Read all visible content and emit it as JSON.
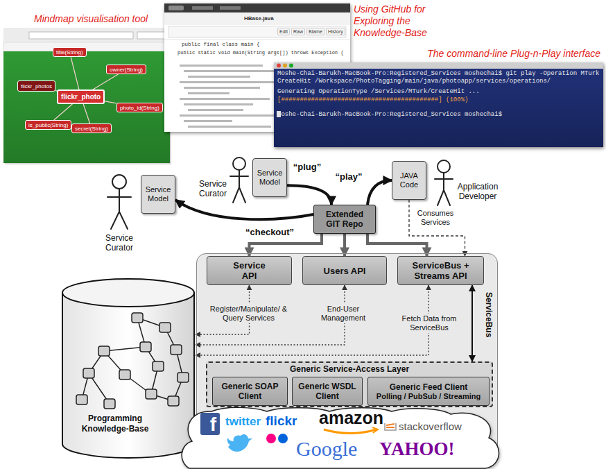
{
  "diagram": {
    "nodes": [
      {
        "text": [
          "Mindmap visualisation tool"
        ]
      },
      {
        "text": [
          "flickr_photos"
        ],
        "in": 0
      },
      {
        "text": [
          "flickr_photo"
        ],
        "in": 0
      },
      {
        "text": [
          "title(String)"
        ],
        "in": 0
      },
      {
        "text": [
          "owner(String)"
        ],
        "in": 0
      },
      {
        "text": [
          "photo_id(String)"
        ],
        "in": 0
      },
      {
        "text": [
          "is_public(String)"
        ],
        "in": 0
      },
      {
        "text": [
          "secret(String)"
        ],
        "in": 0
      },
      {
        "text": [
          "Using GitHub for Exploring the Knowledge-Base"
        ]
      },
      {
        "text": [
          "The command-line Plug-n-Play interface"
        ]
      },
      {
        "text": [
          "Service Model"
        ]
      },
      {
        "text": [
          "JAVA Code"
        ]
      },
      {
        "text": [
          "Service Model"
        ]
      },
      {
        "text": [
          "Extended GIT Repo"
        ]
      },
      {
        "text": [
          "ServiceBus"
        ]
      },
      {
        "text": [
          "Service API"
        ],
        "in": 14
      },
      {
        "text": [
          "Users API"
        ],
        "in": 14
      },
      {
        "text": [
          "ServiceBus + Streams API"
        ],
        "in": 14
      },
      {
        "text": [
          "Generic Service-Access Layer"
        ],
        "in": 14
      },
      {
        "text": [
          "Generic SOAP Client"
        ],
        "in": 18
      },
      {
        "text": [
          "Generic WSDL Client"
        ],
        "in": 18
      },
      {
        "text": [
          "Generic Feed Client",
          "Polling / PubSub / Streaming"
        ],
        "in": 18
      },
      {
        "text": [
          "Programming Knowledge-Base"
        ]
      },
      {
        "text": [
          "f",
          "twitter",
          "flickr",
          "amazon",
          "stackoverflow",
          "Google",
          "YAHOO!"
        ]
      }
    ],
    "edges": [
      {
        "from": 2,
        "to": 1,
        "arrow": "none"
      },
      {
        "from": 2,
        "to": 3,
        "arrow": "none"
      },
      {
        "from": 2,
        "to": 4,
        "arrow": "none"
      },
      {
        "from": 2,
        "to": 5,
        "arrow": "none"
      },
      {
        "from": 2,
        "to": 6,
        "arrow": "none"
      },
      {
        "from": 2,
        "to": 7,
        "arrow": "none"
      },
      {
        "from": 10,
        "to": 13,
        "label": "“plug”",
        "arrow": "to"
      },
      {
        "from": 13,
        "to": 12,
        "label": "“checkout”",
        "arrow": "to"
      },
      {
        "from": 13,
        "to": 11,
        "label": "“play”",
        "arrow": "to"
      },
      {
        "from": 13,
        "to": 15,
        "arrow": "to"
      },
      {
        "from": 13,
        "to": 16,
        "arrow": "to"
      },
      {
        "from": 13,
        "to": 17,
        "arrow": "to"
      },
      {
        "from": 11,
        "to": 17,
        "label": "Consumes Services",
        "arrow": "to"
      },
      {
        "from": 15,
        "to": 22,
        "label": "Register/Manipulate/ & Query Services",
        "arrow": "both"
      },
      {
        "from": 16,
        "to": 22,
        "label": "End-User Management",
        "arrow": "both"
      },
      {
        "from": 17,
        "to": 22,
        "label": "Fetch Data from ServiceBus",
        "arrow": "both"
      },
      {
        "from": 17,
        "to": 18,
        "arrow": "both"
      }
    ],
    "labels": [
      "Service Curator",
      "Application Developer",
      "Service Curator",
      "HBase.java",
      "Edit",
      "Raw",
      "Blame",
      "History",
      "public final class main {",
      "public static void main(String args[]) throws Exception {",
      "Moshe-Chai-Barukh-MacBook-Pro:Registered_Services moshechai$ git play -Operation MTurk CreateHit /Workspace/PhotoTagging/main/java/photoapp/services/operations/",
      "Generating OperationType /Services/MTurk/CreateHit ...",
      "[##########################################] (100%)",
      "Moshe-Chai-Barukh-MacBook-Pro:Registered_Services moshechai$"
    ]
  }
}
